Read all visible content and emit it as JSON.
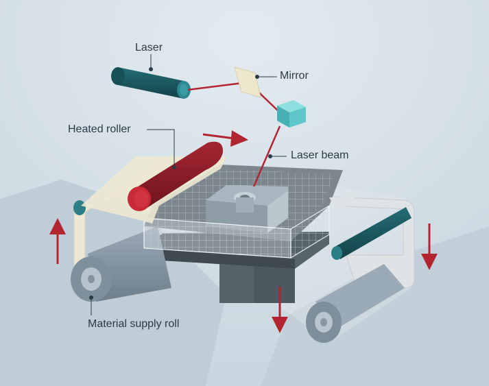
{
  "labels": {
    "laser": "Laser",
    "mirror": "Mirror",
    "heated_roller": "Heated roller",
    "laser_beam": "Laser beam",
    "material_supply_roll": "Material supply roll"
  },
  "colors": {
    "background": "#d7e3ea",
    "mountain": "#bccbd5",
    "laser_body": "#1b5a62",
    "beam": "#b32431",
    "roller": "#8f1d27",
    "mirror_box": "#5ec6c8",
    "belt": "#ece8d4",
    "frame": "#e2e6e8",
    "platform": "#4c5960",
    "supply_roll": "#8a9aa8",
    "arrow": "#b32431"
  }
}
